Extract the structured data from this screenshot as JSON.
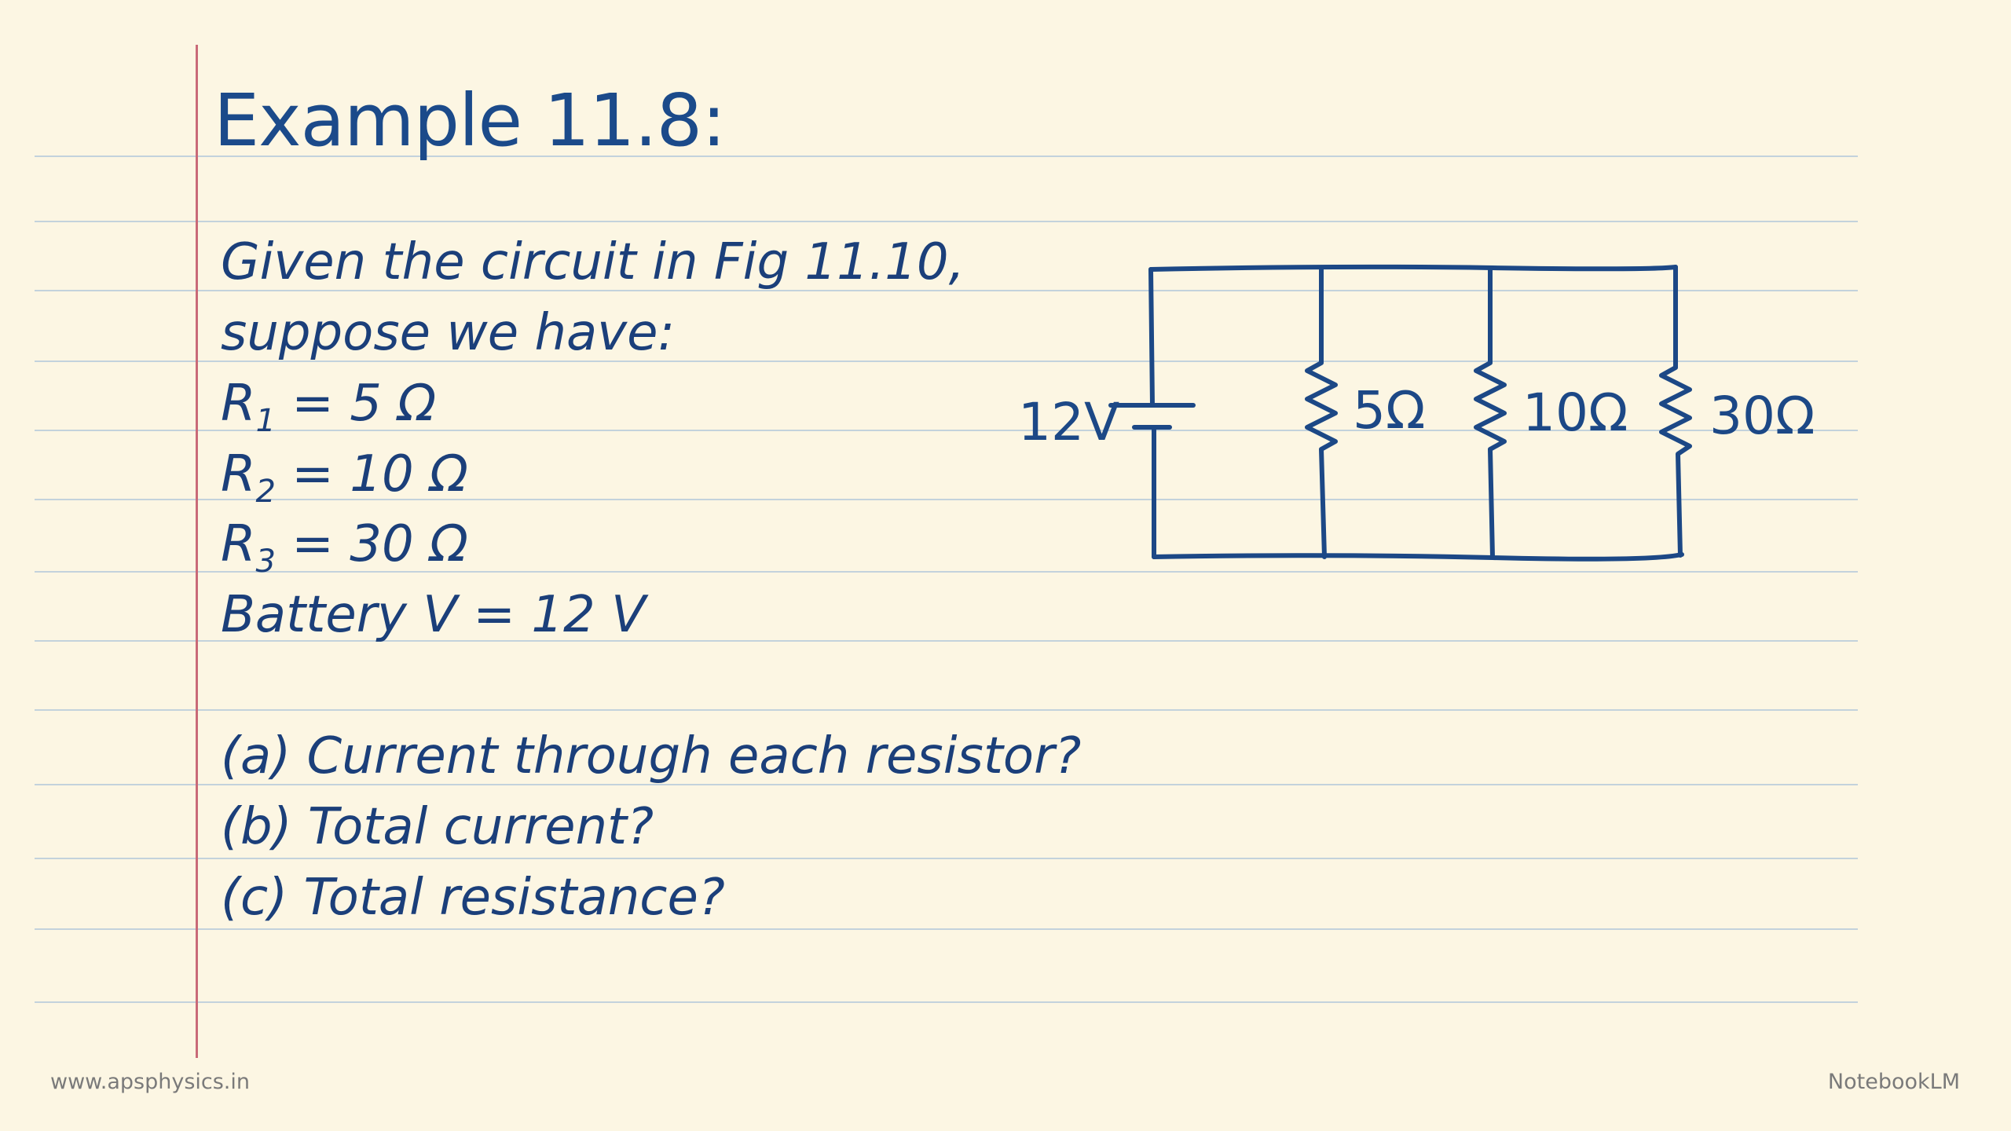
{
  "title": "Example 11.8:",
  "given": {
    "intro_line1": "Given the circuit in Fig 11.10,",
    "intro_line2": "suppose we have:",
    "r1": {
      "symbol": "R",
      "sub": "1",
      "value": " = 5 Ω"
    },
    "r2": {
      "symbol": "R",
      "sub": "2",
      "value": " = 10 Ω"
    },
    "r3": {
      "symbol": "R",
      "sub": "3",
      "value": " = 30 Ω"
    },
    "battery": "Battery V = 12 V"
  },
  "questions": [
    "(a) Current through each resistor?",
    "(b) Total current?",
    "(c) Total resistance?"
  ],
  "circuit": {
    "battery_label": "12V",
    "resistor_labels": [
      "5Ω",
      "10Ω",
      "30Ω"
    ],
    "ink_color": "#1c4886"
  },
  "footer": {
    "website": "www.apsphysics.in",
    "brand": "NotebookLM"
  }
}
